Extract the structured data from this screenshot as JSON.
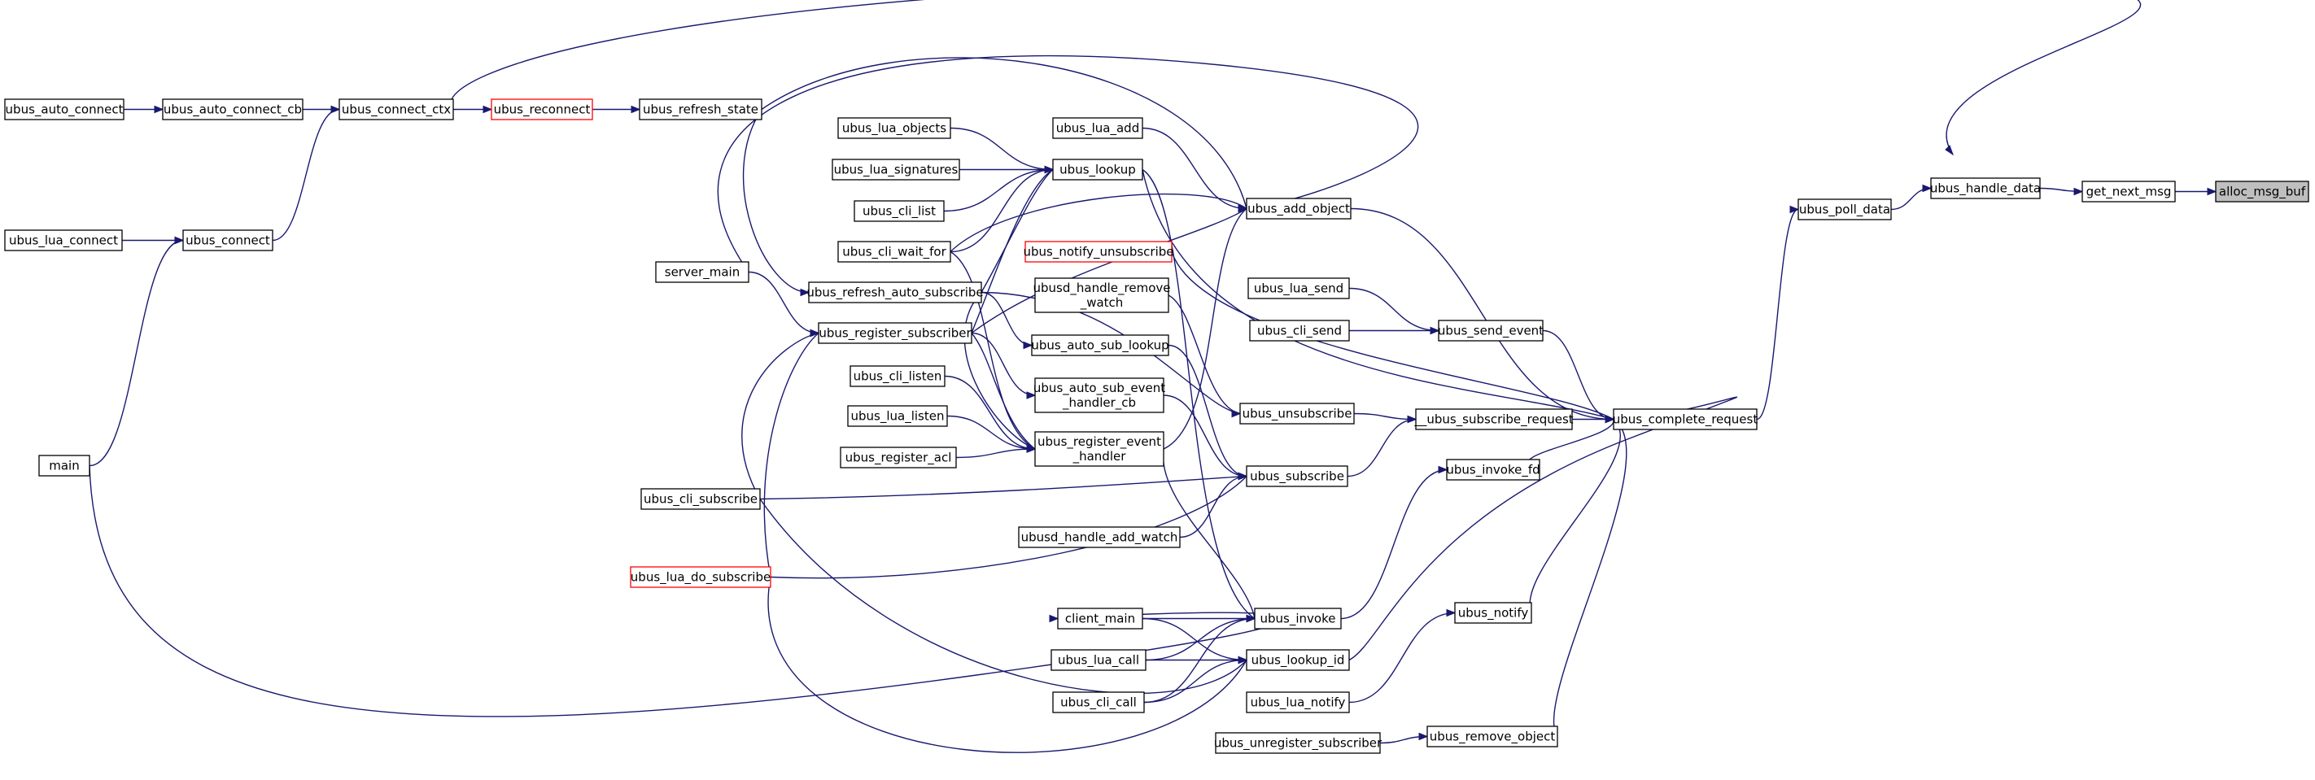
{
  "graph": {
    "edge_color": "#191970",
    "truncated_border_color": "#ff0000",
    "highlight_fill": "#bfbfbf",
    "nodes": [
      {
        "id": "alloc_msg_buf",
        "lines": [
          "alloc_msg_buf"
        ],
        "style": "highlight"
      },
      {
        "id": "get_next_msg",
        "lines": [
          "get_next_msg"
        ],
        "style": "normal"
      },
      {
        "id": "ubus_handle_data",
        "lines": [
          "ubus_handle_data"
        ],
        "style": "normal"
      },
      {
        "id": "ubus_poll_data",
        "lines": [
          "ubus_poll_data"
        ],
        "style": "normal"
      },
      {
        "id": "ubus_complete_request",
        "lines": [
          "ubus_complete_request"
        ],
        "style": "normal"
      },
      {
        "id": "ubus_add_object",
        "lines": [
          "ubus_add_object"
        ],
        "style": "normal"
      },
      {
        "id": "ubus_send_event",
        "lines": [
          "ubus_send_event"
        ],
        "style": "normal"
      },
      {
        "id": "__ubus_subscribe_request",
        "lines": [
          "__ubus_subscribe_request"
        ],
        "style": "normal"
      },
      {
        "id": "ubus_invoke_fd",
        "lines": [
          "ubus_invoke_fd"
        ],
        "style": "normal"
      },
      {
        "id": "ubus_notify",
        "lines": [
          "ubus_notify"
        ],
        "style": "normal"
      },
      {
        "id": "ubus_remove_object",
        "lines": [
          "ubus_remove_object"
        ],
        "style": "normal"
      },
      {
        "id": "ubus_unregister_subscriber",
        "lines": [
          "ubus_unregister_subscriber"
        ],
        "style": "normal"
      },
      {
        "id": "ubus_lua_notify",
        "lines": [
          "ubus_lua_notify"
        ],
        "style": "normal"
      },
      {
        "id": "ubus_lua_send",
        "lines": [
          "ubus_lua_send"
        ],
        "style": "normal"
      },
      {
        "id": "ubus_cli_send",
        "lines": [
          "ubus_cli_send"
        ],
        "style": "normal"
      },
      {
        "id": "ubus_unsubscribe",
        "lines": [
          "ubus_unsubscribe"
        ],
        "style": "normal"
      },
      {
        "id": "ubus_subscribe",
        "lines": [
          "ubus_subscribe"
        ],
        "style": "normal"
      },
      {
        "id": "ubus_invoke",
        "lines": [
          "ubus_invoke"
        ],
        "style": "normal"
      },
      {
        "id": "ubus_lookup_id",
        "lines": [
          "ubus_lookup_id"
        ],
        "style": "normal"
      },
      {
        "id": "ubus_lua_add",
        "lines": [
          "ubus_lua_add"
        ],
        "style": "normal"
      },
      {
        "id": "ubus_lookup",
        "lines": [
          "ubus_lookup"
        ],
        "style": "normal"
      },
      {
        "id": "ubus_notify_unsubscribe",
        "lines": [
          "ubus_notify_unsubscribe"
        ],
        "style": "truncated"
      },
      {
        "id": "ubusd_handle_remove_watch",
        "lines": [
          "ubusd_handle_remove",
          "_watch"
        ],
        "style": "normal"
      },
      {
        "id": "ubus_auto_sub_lookup",
        "lines": [
          "ubus_auto_sub_lookup"
        ],
        "style": "normal"
      },
      {
        "id": "ubus_auto_sub_event_handler_cb",
        "lines": [
          "ubus_auto_sub_event",
          "_handler_cb"
        ],
        "style": "normal"
      },
      {
        "id": "ubus_register_event_handler",
        "lines": [
          "ubus_register_event",
          "_handler"
        ],
        "style": "normal"
      },
      {
        "id": "ubusd_handle_add_watch",
        "lines": [
          "ubusd_handle_add_watch"
        ],
        "style": "normal"
      },
      {
        "id": "client_main",
        "lines": [
          "client_main"
        ],
        "style": "normal"
      },
      {
        "id": "ubus_lua_call",
        "lines": [
          "ubus_lua_call"
        ],
        "style": "normal"
      },
      {
        "id": "ubus_cli_call",
        "lines": [
          "ubus_cli_call"
        ],
        "style": "normal"
      },
      {
        "id": "ubus_lua_objects",
        "lines": [
          "ubus_lua_objects"
        ],
        "style": "normal"
      },
      {
        "id": "ubus_lua_signatures",
        "lines": [
          "ubus_lua_signatures"
        ],
        "style": "normal"
      },
      {
        "id": "ubus_cli_list",
        "lines": [
          "ubus_cli_list"
        ],
        "style": "normal"
      },
      {
        "id": "ubus_cli_wait_for",
        "lines": [
          "ubus_cli_wait_for"
        ],
        "style": "normal"
      },
      {
        "id": "ubus_refresh_auto_subscribe",
        "lines": [
          "ubus_refresh_auto_subscribe"
        ],
        "style": "normal"
      },
      {
        "id": "ubus_register_subscriber",
        "lines": [
          "ubus_register_subscriber"
        ],
        "style": "normal"
      },
      {
        "id": "ubus_cli_listen",
        "lines": [
          "ubus_cli_listen"
        ],
        "style": "normal"
      },
      {
        "id": "ubus_lua_listen",
        "lines": [
          "ubus_lua_listen"
        ],
        "style": "normal"
      },
      {
        "id": "ubus_register_acl",
        "lines": [
          "ubus_register_acl"
        ],
        "style": "normal"
      },
      {
        "id": "ubus_refresh_state",
        "lines": [
          "ubus_refresh_state"
        ],
        "style": "normal"
      },
      {
        "id": "server_main",
        "lines": [
          "server_main"
        ],
        "style": "normal"
      },
      {
        "id": "ubus_cli_subscribe",
        "lines": [
          "ubus_cli_subscribe"
        ],
        "style": "normal"
      },
      {
        "id": "ubus_lua_do_subscribe",
        "lines": [
          "ubus_lua_do_subscribe"
        ],
        "style": "truncated"
      },
      {
        "id": "ubus_reconnect",
        "lines": [
          "ubus_reconnect"
        ],
        "style": "truncated"
      },
      {
        "id": "ubus_connect_ctx",
        "lines": [
          "ubus_connect_ctx"
        ],
        "style": "normal"
      },
      {
        "id": "ubus_auto_connect_cb",
        "lines": [
          "ubus_auto_connect_cb"
        ],
        "style": "normal"
      },
      {
        "id": "ubus_auto_connect",
        "lines": [
          "ubus_auto_connect"
        ],
        "style": "normal"
      },
      {
        "id": "ubus_connect",
        "lines": [
          "ubus_connect"
        ],
        "style": "normal"
      },
      {
        "id": "ubus_lua_connect",
        "lines": [
          "ubus_lua_connect"
        ],
        "style": "normal"
      },
      {
        "id": "main",
        "lines": [
          "main"
        ],
        "style": "normal"
      }
    ],
    "edges": [
      [
        "get_next_msg",
        "alloc_msg_buf"
      ],
      [
        "ubus_handle_data",
        "get_next_msg"
      ],
      [
        "ubus_poll_data",
        "ubus_handle_data"
      ],
      [
        "ubus_connect_ctx",
        "ubus_handle_data"
      ],
      [
        "ubus_complete_request",
        "ubus_poll_data"
      ],
      [
        "ubus_add_object",
        "ubus_complete_request"
      ],
      [
        "ubus_send_event",
        "ubus_complete_request"
      ],
      [
        "__ubus_subscribe_request",
        "ubus_complete_request"
      ],
      [
        "ubus_invoke_fd",
        "ubus_complete_request"
      ],
      [
        "ubus_notify",
        "ubus_complete_request"
      ],
      [
        "ubus_remove_object",
        "ubus_complete_request"
      ],
      [
        "ubus_lookup_id",
        "ubus_complete_request"
      ],
      [
        "ubus_lookup",
        "ubus_complete_request"
      ],
      [
        "ubus_notify_unsubscribe",
        "ubus_complete_request"
      ],
      [
        "ubus_unregister_subscriber",
        "ubus_remove_object"
      ],
      [
        "ubus_lua_notify",
        "ubus_notify"
      ],
      [
        "ubus_lua_send",
        "ubus_send_event"
      ],
      [
        "ubus_cli_send",
        "ubus_send_event"
      ],
      [
        "ubus_unsubscribe",
        "__ubus_subscribe_request"
      ],
      [
        "ubus_subscribe",
        "__ubus_subscribe_request"
      ],
      [
        "ubus_invoke",
        "ubus_invoke_fd"
      ],
      [
        "ubus_lua_add",
        "ubus_add_object"
      ],
      [
        "ubus_refresh_state",
        "ubus_add_object"
      ],
      [
        "server_main",
        "ubus_add_object"
      ],
      [
        "ubus_register_subscriber",
        "ubus_add_object"
      ],
      [
        "ubus_register_event_handler",
        "ubus_add_object"
      ],
      [
        "ubus_cli_wait_for",
        "ubus_add_object"
      ],
      [
        "ubus_lua_objects",
        "ubus_lookup"
      ],
      [
        "ubus_lua_signatures",
        "ubus_lookup"
      ],
      [
        "ubus_cli_list",
        "ubus_lookup"
      ],
      [
        "ubus_cli_wait_for",
        "ubus_lookup"
      ],
      [
        "ubus_refresh_auto_subscribe",
        "ubus_lookup"
      ],
      [
        "ubus_register_subscriber",
        "ubus_lookup"
      ],
      [
        "ubusd_handle_remove_watch",
        "ubus_unsubscribe"
      ],
      [
        "ubus_refresh_auto_subscribe",
        "ubus_unsubscribe"
      ],
      [
        "ubus_auto_sub_lookup",
        "ubus_subscribe"
      ],
      [
        "ubus_auto_sub_event_handler_cb",
        "ubus_subscribe"
      ],
      [
        "ubusd_handle_add_watch",
        "ubus_subscribe"
      ],
      [
        "ubus_cli_subscribe",
        "ubus_subscribe"
      ],
      [
        "ubus_lua_do_subscribe",
        "ubus_subscribe"
      ],
      [
        "ubus_register_event_handler",
        "ubus_invoke"
      ],
      [
        "ubus_lookup",
        "ubus_invoke"
      ],
      [
        "client_main",
        "ubus_invoke"
      ],
      [
        "ubus_lua_call",
        "ubus_invoke"
      ],
      [
        "ubus_cli_call",
        "ubus_invoke"
      ],
      [
        "client_main",
        "ubus_lookup_id"
      ],
      [
        "ubus_lua_call",
        "ubus_lookup_id"
      ],
      [
        "ubus_cli_call",
        "ubus_lookup_id"
      ],
      [
        "ubus_cli_subscribe",
        "ubus_lookup_id"
      ],
      [
        "ubus_lua_do_subscribe",
        "ubus_lookup_id"
      ],
      [
        "ubus_cli_listen",
        "ubus_register_event_handler"
      ],
      [
        "ubus_lua_listen",
        "ubus_register_event_handler"
      ],
      [
        "ubus_register_acl",
        "ubus_register_event_handler"
      ],
      [
        "ubus_cli_wait_for",
        "ubus_register_event_handler"
      ],
      [
        "ubus_refresh_auto_subscribe",
        "ubus_register_event_handler"
      ],
      [
        "ubus_register_subscriber",
        "ubus_register_event_handler"
      ],
      [
        "ubus_register_subscriber",
        "ubus_auto_sub_event_handler_cb"
      ],
      [
        "ubus_refresh_auto_subscribe",
        "ubus_auto_sub_lookup"
      ],
      [
        "ubus_refresh_state",
        "ubus_refresh_auto_subscribe"
      ],
      [
        "server_main",
        "ubus_register_subscriber"
      ],
      [
        "ubus_cli_subscribe",
        "ubus_register_subscriber"
      ],
      [
        "ubus_lua_do_subscribe",
        "ubus_register_subscriber"
      ],
      [
        "ubus_reconnect",
        "ubus_refresh_state"
      ],
      [
        "ubus_connect_ctx",
        "ubus_reconnect"
      ],
      [
        "ubus_auto_connect_cb",
        "ubus_connect_ctx"
      ],
      [
        "ubus_connect",
        "ubus_connect_ctx"
      ],
      [
        "ubus_auto_connect",
        "ubus_auto_connect_cb"
      ],
      [
        "ubus_lua_connect",
        "ubus_connect"
      ],
      [
        "main",
        "ubus_connect"
      ],
      [
        "main",
        "client_main"
      ]
    ]
  }
}
